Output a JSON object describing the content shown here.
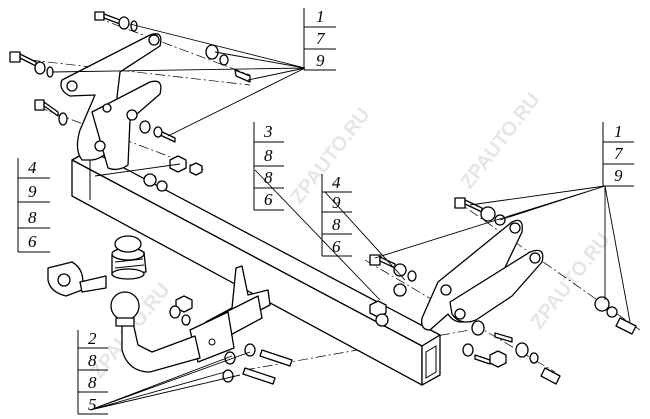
{
  "watermark": "ZPAUTO.RU",
  "callouts": {
    "group_top_left": [
      "1",
      "7",
      "9"
    ],
    "group_middle": [
      "3",
      "8",
      "8",
      "6"
    ],
    "group_left": [
      "4",
      "9",
      "8",
      "6"
    ],
    "group_center": [
      "4",
      "9",
      "8",
      "6"
    ],
    "group_right": [
      "1",
      "7",
      "9"
    ],
    "group_bottom_left": [
      "2",
      "8",
      "8",
      "5"
    ]
  }
}
